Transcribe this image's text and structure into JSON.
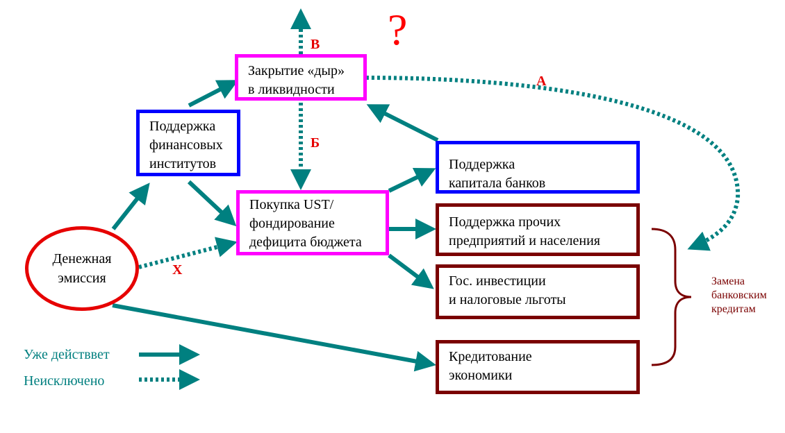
{
  "nodes": {
    "closing_gaps": "Закрытие «дыр»\nв ликвидности",
    "support_fin": "Поддержка\nфинансовых\nинститутов",
    "buy_ust": "Покупка UST/\nфондирование\nдефицита бюджета",
    "bank_capital": "Поддержка\nкапитала банков",
    "other_support": "Поддержка прочих\nпредприятий и населения",
    "gov_invest": "Гос. инвестиции\nи налоговые льготы",
    "lending": "Кредитование\nэкономики",
    "emission": "Денежная\nэмиссия"
  },
  "labels": {
    "v": "В",
    "b": "Б",
    "a": "А",
    "x": "Х",
    "question": "?"
  },
  "legend": {
    "solid": "Уже действвет",
    "dotted": "Неисключено"
  },
  "note": "Замена\nбанковским\nкредитам",
  "colors": {
    "arrow": "#008080",
    "pink": "#ff00ff",
    "blue": "#0000ff",
    "maroon": "#7a0000",
    "red": "#e60000"
  }
}
